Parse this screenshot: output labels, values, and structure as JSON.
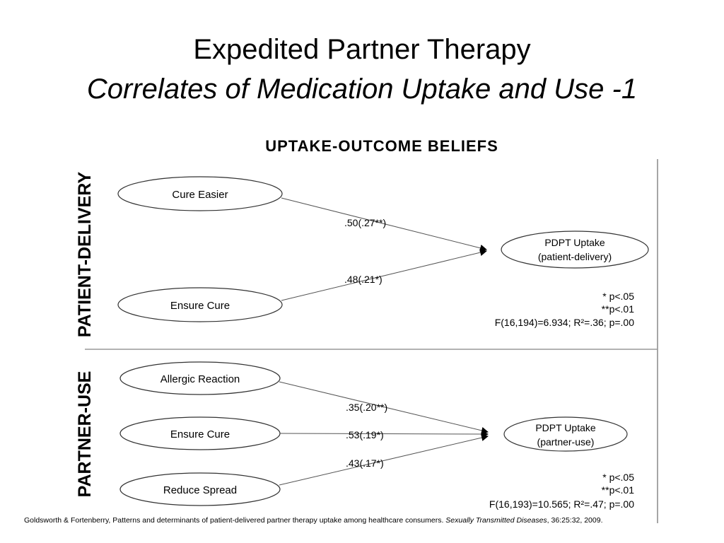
{
  "slide": {
    "title": "Expedited Partner Therapy",
    "subtitle": "Correlates of Medication Uptake and Use -1"
  },
  "diagram": {
    "heading": "UPTAKE-OUTCOME BELIEFS",
    "patient_delivery": {
      "section_label": "PATIENT-DELIVERY",
      "predictors": [
        "Cure Easier",
        "Ensure Cure"
      ],
      "coefficients": [
        ".50(.27**)",
        ".48(.21*)"
      ],
      "outcome_line1": "PDPT Uptake",
      "outcome_line2": "(patient-delivery)",
      "sig1": "* p<.05",
      "sig2": "**p<.01",
      "stats": "F(16,194)=6.934; R²=.36; p=.00"
    },
    "partner_use": {
      "section_label": "PARTNER-USE",
      "predictors": [
        "Allergic Reaction",
        "Ensure Cure",
        "Reduce Spread"
      ],
      "coefficients": [
        ".35(.20**)",
        ".53(.19*)",
        ".43(.17*)"
      ],
      "outcome_line1": "PDPT Uptake",
      "outcome_line2": "(partner-use)",
      "sig1": "* p<.05",
      "sig2": "**p<.01",
      "stats": "F(16,193)=10.565; R²=.47; p=.00"
    }
  },
  "citation": {
    "text": "Goldsworth & Fortenberry, Patterns and determinants of patient-delivered partner therapy uptake among healthcare consumers. ",
    "journal": "Sexually Transmitted Diseases",
    "ref": ", 36:25:32, 2009."
  }
}
